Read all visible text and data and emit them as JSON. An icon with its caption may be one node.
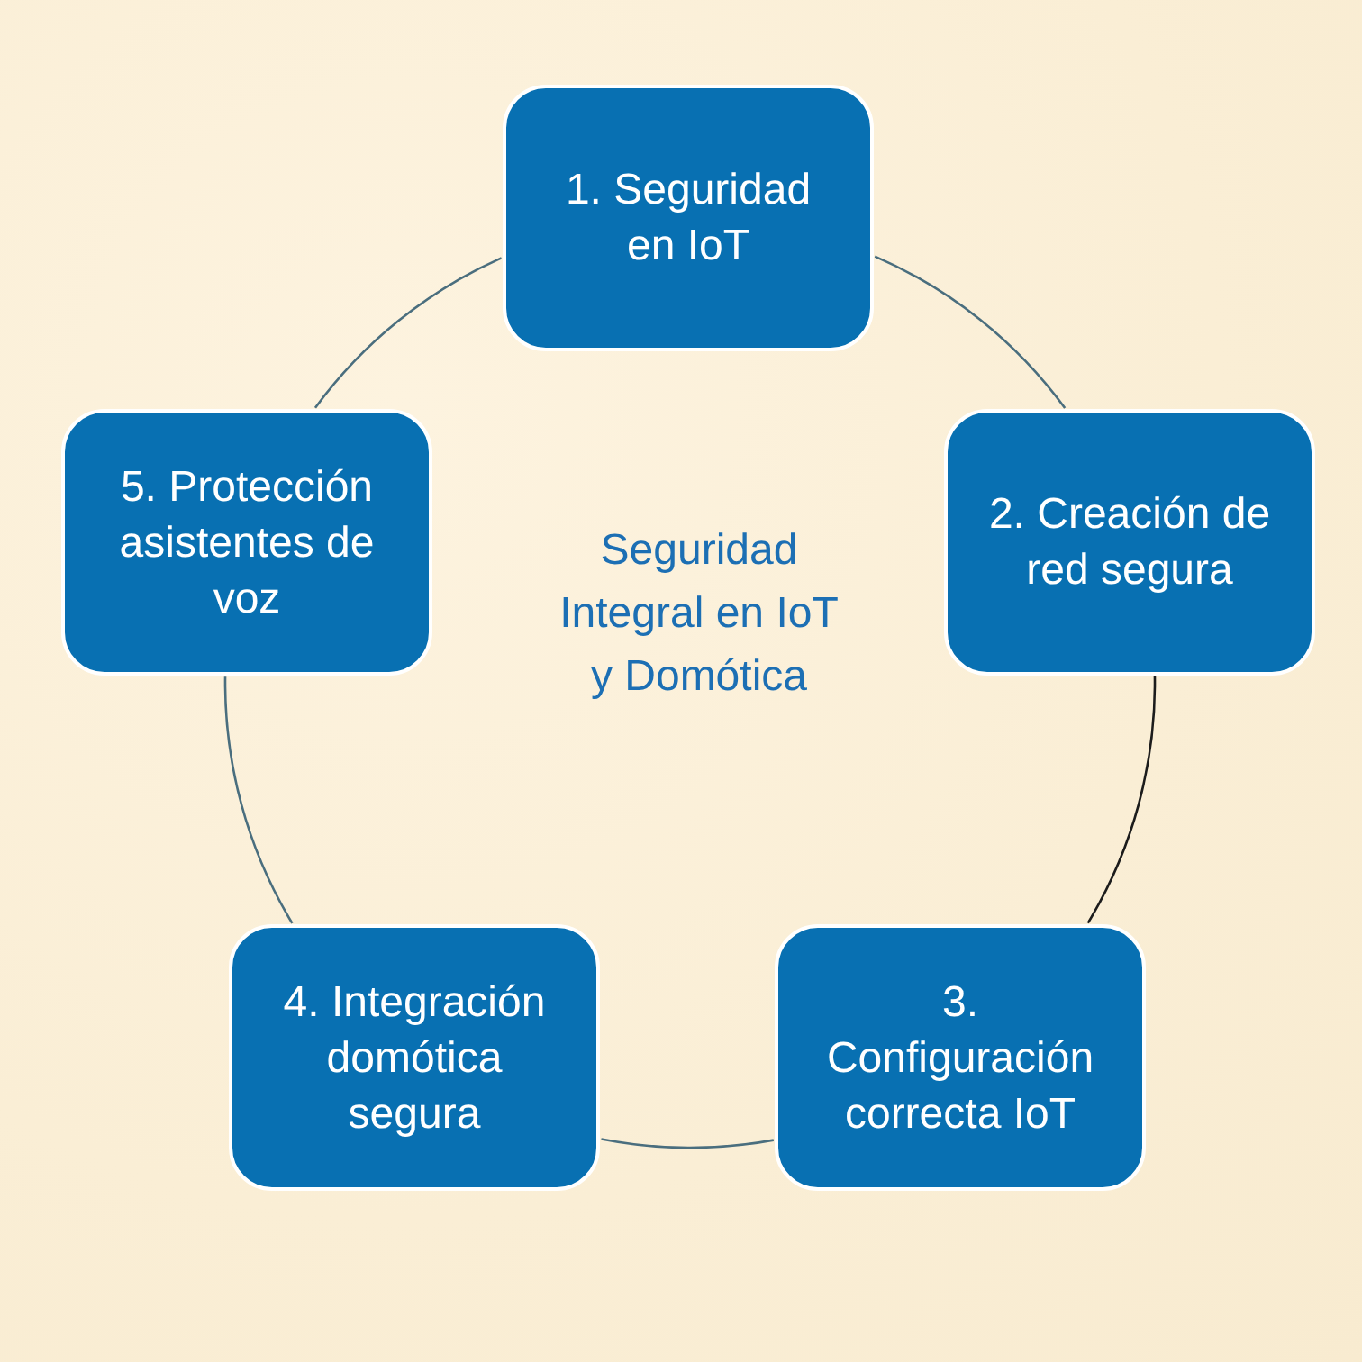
{
  "diagram": {
    "nodes": [
      {
        "text": [
          "1. Seguridad en IoT"
        ]
      },
      {
        "text": [
          "2. Creación de red segura"
        ]
      },
      {
        "text": [
          "3. Configuración correcta IoT"
        ]
      },
      {
        "text": [
          "4. Integración domótica segura"
        ]
      },
      {
        "text": [
          "5. Protección asistentes de voz"
        ]
      }
    ],
    "edges": [
      {
        "from": 0,
        "to": 1,
        "arrow": "none"
      },
      {
        "from": 1,
        "to": 2,
        "arrow": "none",
        "color": "#1c1c1c"
      },
      {
        "from": 2,
        "to": 3,
        "arrow": "none"
      },
      {
        "from": 3,
        "to": 4,
        "arrow": "none"
      },
      {
        "from": 4,
        "to": 0,
        "arrow": "none"
      }
    ],
    "labels": [
      "Seguridad Integral en IoT y Domótica"
    ]
  }
}
